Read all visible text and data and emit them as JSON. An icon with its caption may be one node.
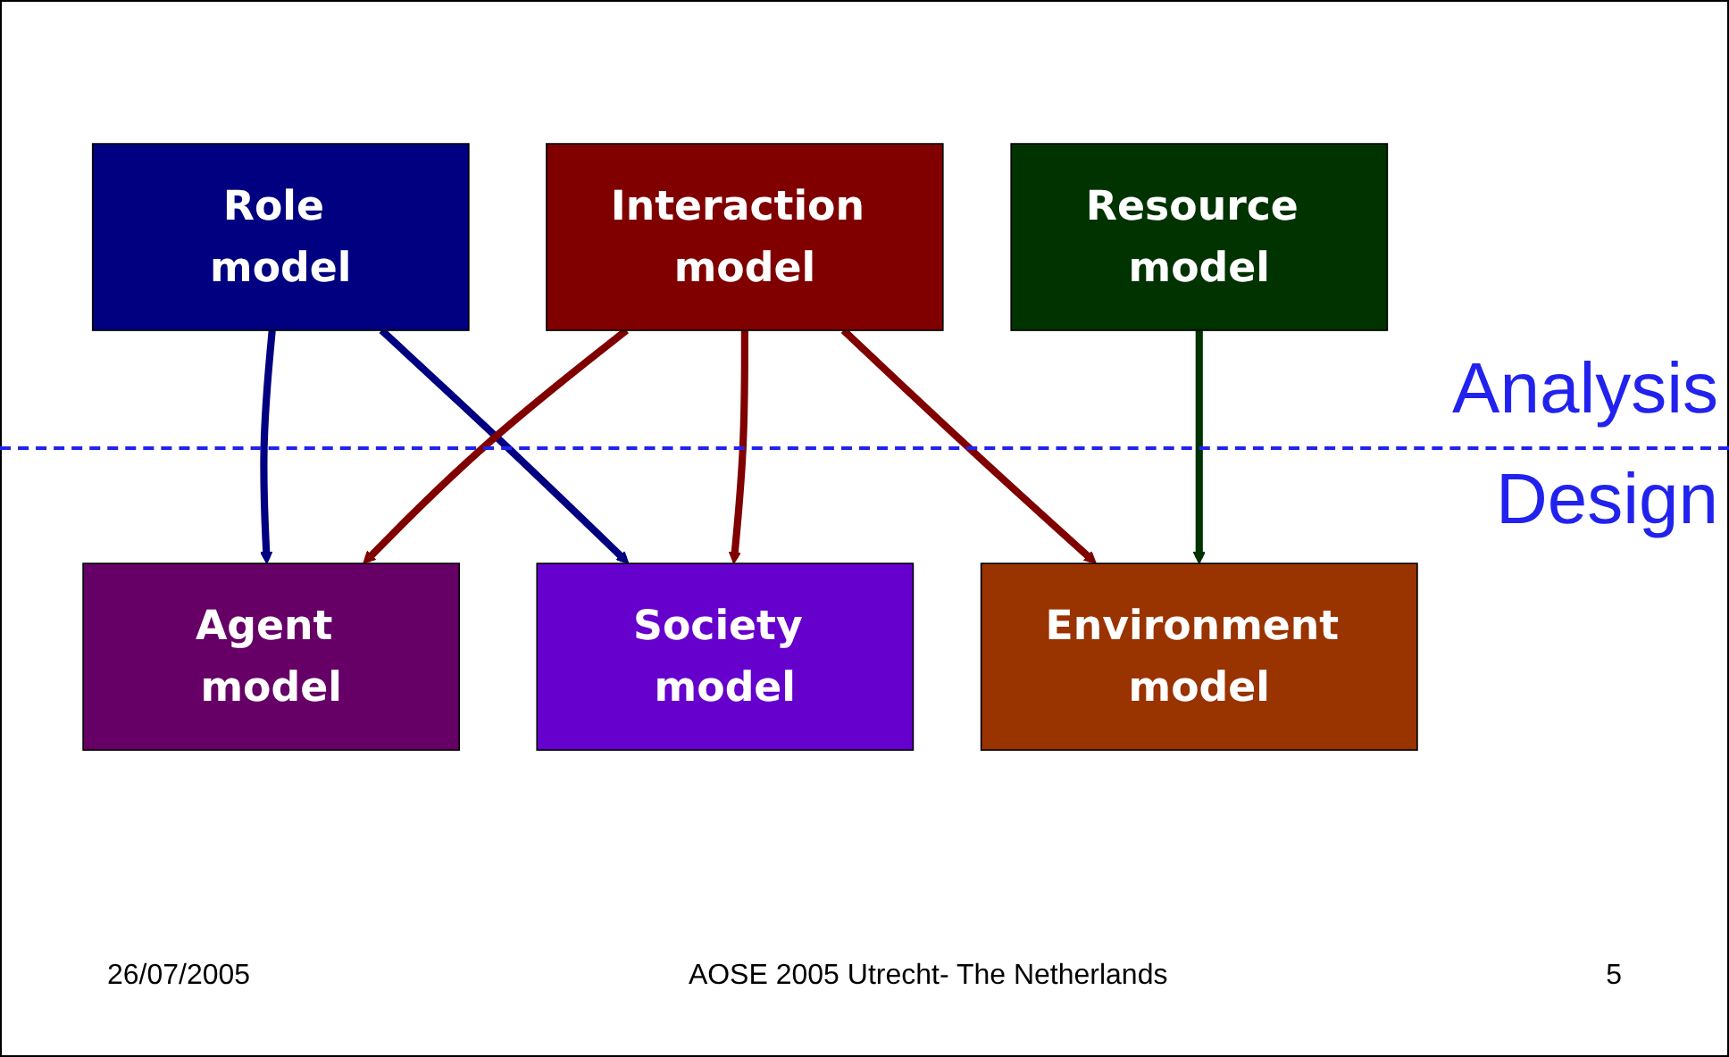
{
  "diagram": {
    "nodes": [
      {
        "text": [
          "Role model"
        ]
      },
      {
        "text": [
          "Interaction model"
        ]
      },
      {
        "text": [
          "Resource model"
        ]
      },
      {
        "text": [
          "Agent model"
        ]
      },
      {
        "text": [
          "Society model"
        ]
      },
      {
        "text": [
          "Environment model"
        ]
      }
    ],
    "edges": [
      {
        "from": 0,
        "to": 3,
        "arrow": "to",
        "color": "#000080"
      },
      {
        "from": 0,
        "to": 4,
        "arrow": "to",
        "color": "#000080"
      },
      {
        "from": 1,
        "to": 3,
        "arrow": "to"
      },
      {
        "from": 1,
        "to": 4,
        "arrow": "to"
      },
      {
        "from": 1,
        "to": 5,
        "arrow": "to"
      },
      {
        "from": 2,
        "to": 5,
        "arrow": "to",
        "color": "#003300"
      }
    ],
    "labels": [
      "Analysis",
      "Design",
      "26/07/2005",
      "AOSE 2005 Utrecht- The Netherlands",
      "5"
    ]
  }
}
